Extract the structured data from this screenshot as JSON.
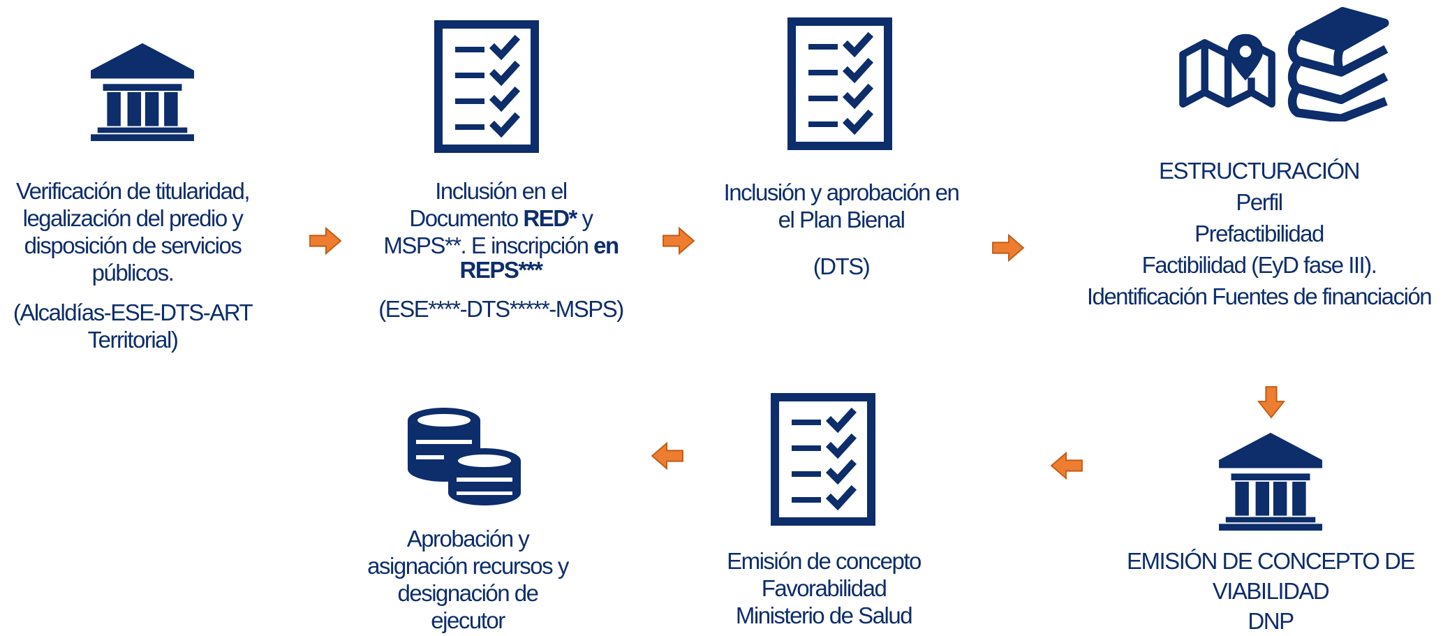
{
  "colors": {
    "primary": "#0d2d6b",
    "arrow": "#ed7d31",
    "arrow_border": "#c55a11"
  },
  "steps": [
    {
      "icon": "bank-icon",
      "lines": [
        "Verificación de titularidad,",
        "legalización del predio y",
        "disposición de servicios",
        "públicos."
      ],
      "note": [
        "(Alcaldías-ESE-DTS-ART",
        "Territorial)"
      ]
    },
    {
      "icon": "checklist-icon",
      "line1": "Inclusión en el",
      "line2_a": "Documento ",
      "line2_b": "RED*",
      "line2_c": " y",
      "line3_a": "MSPS**. E inscripción ",
      "line3_b": "en",
      "line4": "REPS***",
      "note": "(ESE****-DTS*****-MSPS)"
    },
    {
      "icon": "checklist-icon",
      "lines": [
        "Inclusión y aprobación en",
        "el Plan Bienal"
      ],
      "note": "(DTS)"
    },
    {
      "icons": [
        "map-pin-icon",
        "books-icon"
      ],
      "lines": [
        "ESTRUCTURACIÓN",
        "Perfil",
        "Prefactibilidad",
        "Factibilidad (EyD fase III).",
        "Identificación  Fuentes de financiación"
      ]
    },
    {
      "icon": "bank-icon",
      "lines": [
        "EMISIÓN  DE CONCEPTO DE",
        "VIABILIDAD",
        "DNP"
      ]
    },
    {
      "icon": "checklist-icon",
      "lines": [
        "Emisión de concepto",
        "Favorabilidad",
        "Ministerio de Salud"
      ]
    },
    {
      "icon": "coins-icon",
      "lines": [
        "Aprobación y",
        "asignación recursos y",
        "designación  de",
        "ejecutor"
      ]
    }
  ]
}
